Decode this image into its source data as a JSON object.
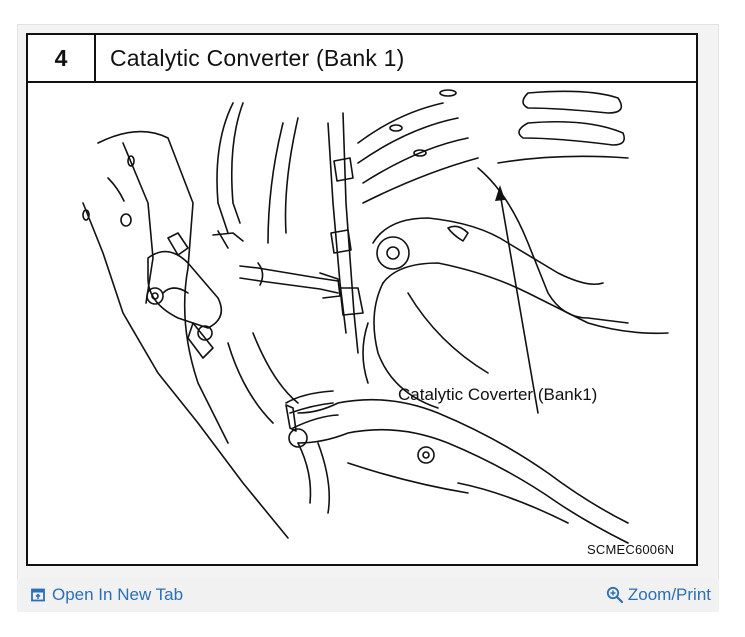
{
  "figure": {
    "step_number": "4",
    "title": "Catalytic Converter (Bank 1)",
    "callout_label": "Catalytic Coverter (Bank1)",
    "figure_code": "SCMEC6006N"
  },
  "footer": {
    "open_new_tab_label": "Open In New Tab",
    "zoom_print_label": "Zoom/Print",
    "open_icon": "open-in-new-tab-icon",
    "zoom_icon": "zoom-in-icon",
    "link_color": "#2b6fb6"
  }
}
